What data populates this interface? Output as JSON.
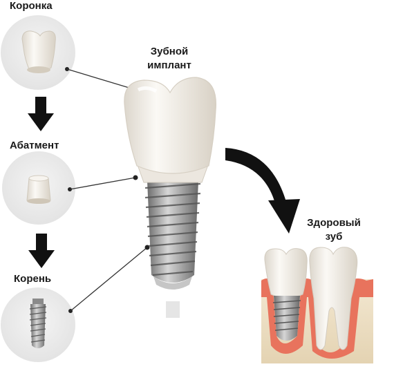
{
  "labels": {
    "crown": "Коронка",
    "abutment": "Абатмент",
    "root": "Корень",
    "implant_line1": "Зубной",
    "implant_line2": "имплант",
    "healthy_line1": "Здоровый",
    "healthy_line2": "зуб"
  },
  "colors": {
    "circle_bg": "#e9e9e9",
    "arrow": "#111111",
    "crown": "#f1ede6",
    "metal": "#9a9a9a",
    "gum": "#e8735d",
    "bone": "#eadcc0"
  },
  "icons": [
    "crown-icon",
    "abutment-icon",
    "implant-root-icon",
    "arrow-down-icon",
    "curved-arrow-icon"
  ]
}
